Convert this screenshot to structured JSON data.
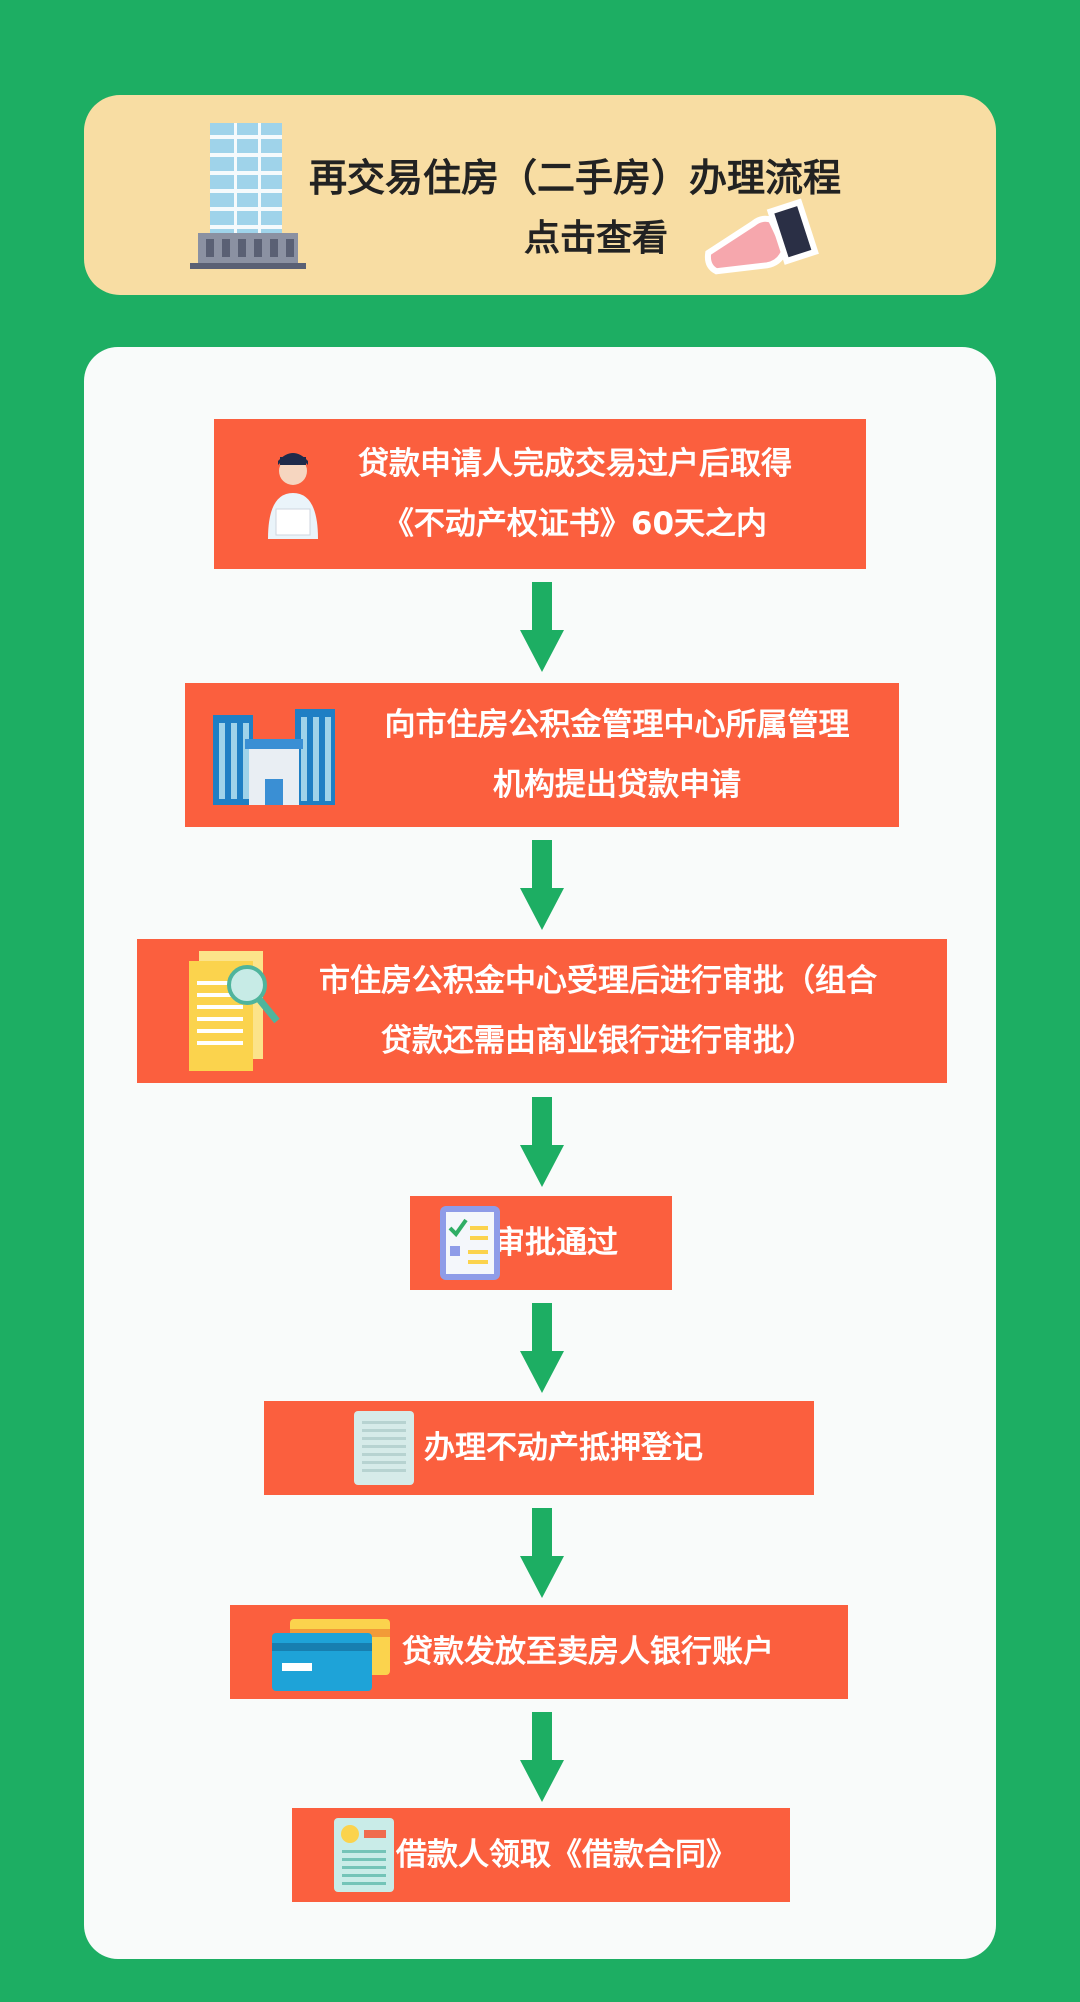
{
  "colors": {
    "background": "#1dae63",
    "header": "#f8dda3",
    "card": "#f9fbfa",
    "step": "#fb5f3e",
    "arrow": "#1dae63"
  },
  "header": {
    "title": "再交易住房（二手房）办理流程",
    "subtitle": "点击查看",
    "icons": [
      "building-icon",
      "pointing-hand-icon"
    ]
  },
  "steps": [
    {
      "lines": [
        "贷款申请人完成交易过户后取得",
        "《不动产权证书》60天之内"
      ],
      "icon": "applicant-person-icon"
    },
    {
      "lines": [
        "向市住房公积金管理中心所属管理",
        "机构提出贷款申请"
      ],
      "icon": "office-buildings-icon"
    },
    {
      "lines": [
        "市住房公积金中心受理后进行审批（组合",
        "贷款还需由商业银行进行审批）"
      ],
      "icon": "document-magnifier-icon"
    },
    {
      "lines": [
        "审批通过"
      ],
      "icon": "checklist-tablet-icon"
    },
    {
      "lines": [
        "办理不动产抵押登记"
      ],
      "icon": "document-icon"
    },
    {
      "lines": [
        "贷款发放至卖房人银行账户"
      ],
      "icon": "bank-cards-icon"
    },
    {
      "lines": [
        "借款人领取《借款合同》"
      ],
      "icon": "contract-icon"
    }
  ]
}
